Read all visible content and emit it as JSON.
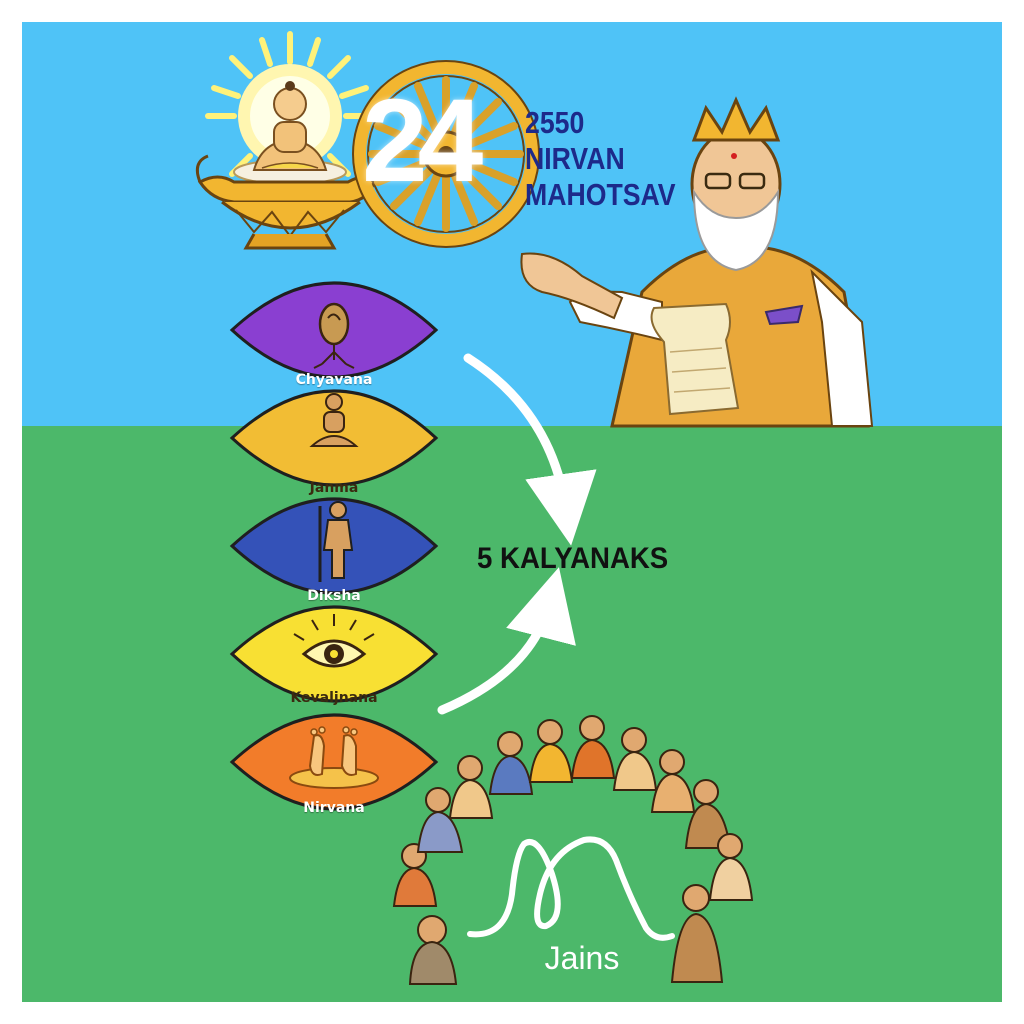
{
  "background": {
    "sky_color": "#4fc3f7",
    "ground_color": "#4cb86a"
  },
  "anniversary": {
    "big_number": "24",
    "lines": [
      "2550",
      "NIRVAN",
      "MAHOTSAV"
    ]
  },
  "kalyanaks": {
    "heading": "5 KALYANAKS",
    "stages": [
      {
        "label": "Chyavana",
        "color": "#8a3fd1",
        "icon": "seed-sprout-icon"
      },
      {
        "label": "Janma",
        "color": "#f2bd34",
        "icon": "seated-child-icon"
      },
      {
        "label": "Diksha",
        "color": "#3452b8",
        "icon": "standing-ascetic-icon"
      },
      {
        "label": "Kevaljnana",
        "color": "#f8e033",
        "icon": "radiant-eye-icon"
      },
      {
        "label": "Nirvana",
        "color": "#f27c2a",
        "icon": "footprints-icon"
      }
    ]
  },
  "community": {
    "label": "Jains"
  }
}
